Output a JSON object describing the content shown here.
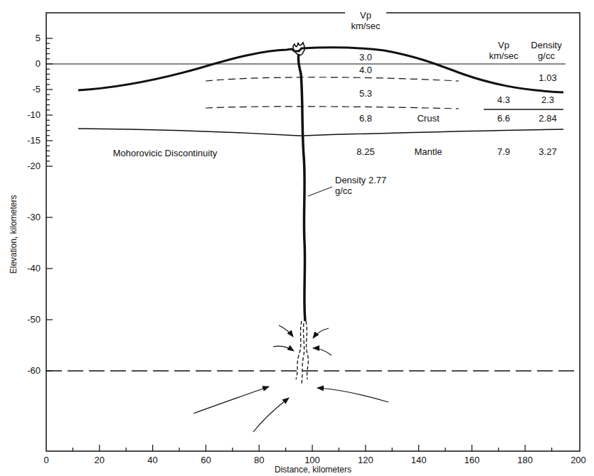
{
  "diagram": {
    "labels": [
      "Vp km/sec",
      "3.0",
      "4.0",
      "5.3",
      "6.8",
      "Crust",
      "8.25",
      "Mantle",
      "Mohorovicic Discontinuity",
      "Density 2.77 g/cc",
      "Vp km/sec",
      "Density g/cc",
      "1.03",
      "4.3",
      "2.3",
      "6.6",
      "2.84",
      "7.9",
      "3.27",
      "5",
      "0",
      "-5",
      "-10",
      "-15",
      "-20",
      "-30",
      "-40",
      "-50",
      "-60",
      "0",
      "20",
      "40",
      "60",
      "80",
      "100",
      "120",
      "140",
      "160",
      "180",
      "200",
      "Elevation, kilometers",
      "Distance, kilometers"
    ]
  }
}
